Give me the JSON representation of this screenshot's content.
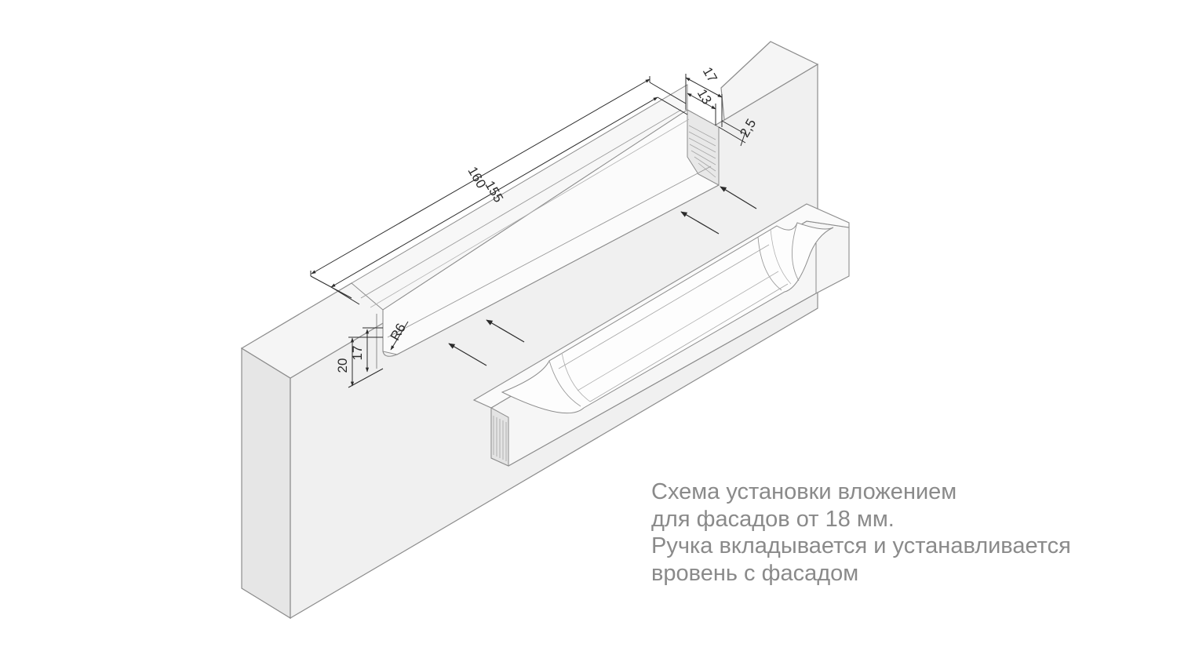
{
  "diagram": {
    "dimensions": {
      "length_outer": "160",
      "length_inner": "155",
      "width_outer": "17",
      "width_inner": "13",
      "lip": "2,5",
      "radius": "R6",
      "depth_outer": "20",
      "depth_inner": "17"
    },
    "colors": {
      "panel_face": "#f0f0f0",
      "panel_top": "#f4f4f4",
      "panel_side": "#e3e3e3",
      "outline": "#8c8c8c",
      "dimension_line": "#2b2b2b",
      "caption_text": "#8a8a8a"
    }
  },
  "caption": {
    "lines": [
      "Схема установки вложением",
      "для фасадов от 18 мм.",
      "Ручка вкладывается и устанавливается",
      "вровень с фасадом"
    ]
  }
}
